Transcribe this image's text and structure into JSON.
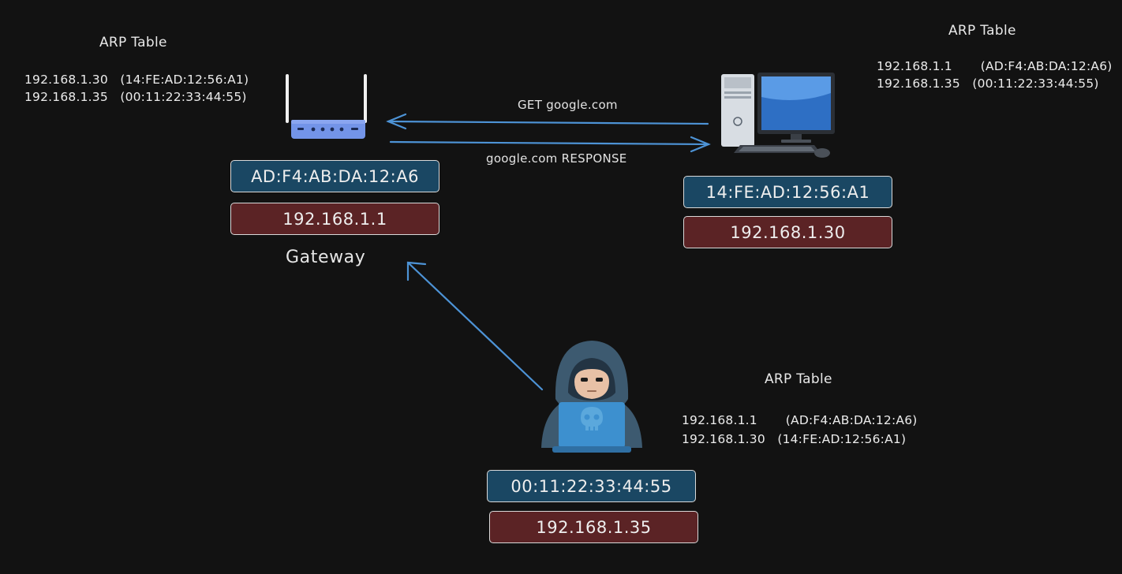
{
  "gateway": {
    "arp_title": "ARP Table",
    "arp_rows": [
      "192.168.1.30   (14:FE:AD:12:56:A1)",
      "192.168.1.35   (00:11:22:33:44:55)"
    ],
    "mac": "AD:F4:AB:DA:12:A6",
    "ip": "192.168.1.1",
    "label": "Gateway"
  },
  "victim": {
    "arp_title": "ARP Table",
    "arp_rows": [
      "192.168.1.1       (AD:F4:AB:DA:12:A6)",
      "192.168.1.35   (00:11:22:33:44:55)"
    ],
    "mac": "14:FE:AD:12:56:A1",
    "ip": "192.168.1.30"
  },
  "attacker": {
    "arp_title": "ARP Table",
    "arp_rows": [
      "192.168.1.1       (AD:F4:AB:DA:12:A6)",
      "192.168.1.30   (14:FE:AD:12:56:A1)"
    ],
    "mac": "00:11:22:33:44:55",
    "ip": "192.168.1.35"
  },
  "flows": {
    "request": "GET google.com",
    "response": "google.com RESPONSE"
  },
  "colors": {
    "arrow": "#4d93d6",
    "mac_box": "#1a4763",
    "ip_box": "#5b2325",
    "background": "#121212"
  },
  "icons": {
    "gateway": "router-icon",
    "victim": "desktop-computer-icon",
    "attacker": "hacker-icon"
  }
}
